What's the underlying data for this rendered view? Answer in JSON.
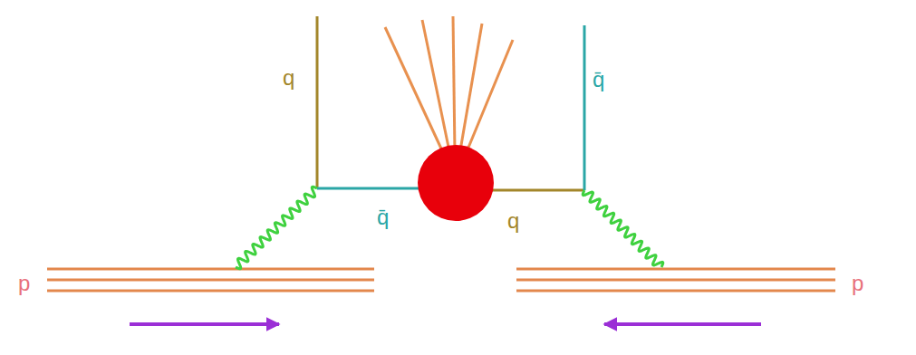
{
  "diagram": {
    "labels": [
      "q",
      "q̄",
      "q̄",
      "q",
      "p",
      "p"
    ]
  }
}
